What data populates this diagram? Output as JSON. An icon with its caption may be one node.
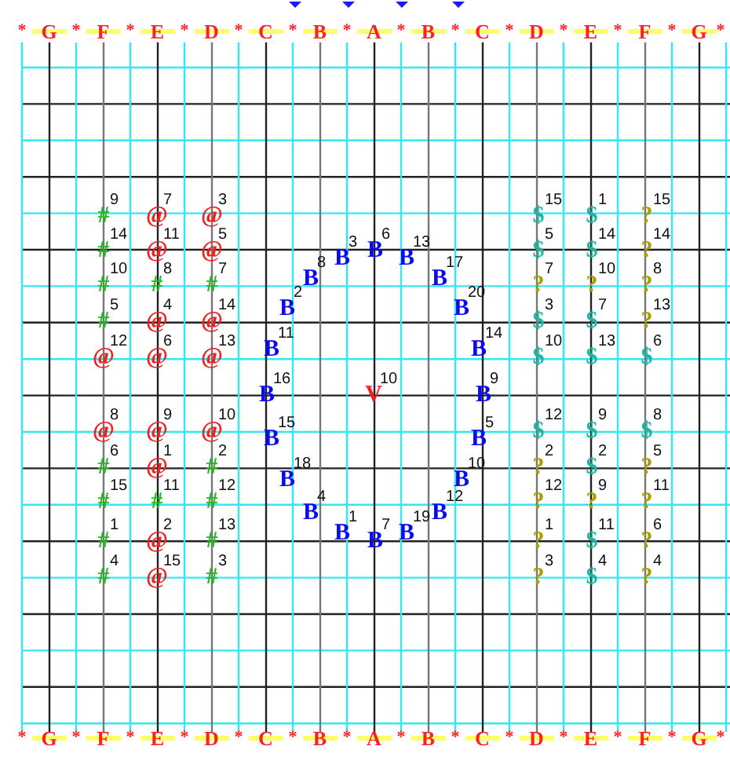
{
  "diagram": {
    "labels": [
      "*",
      "G",
      "*",
      "F",
      "*",
      "E",
      "*",
      "D",
      "*",
      "C",
      "*",
      "B",
      "*",
      "A",
      "*",
      "B",
      "*",
      "C",
      "*",
      "D",
      "*",
      "E",
      "*",
      "F",
      "*",
      "G",
      "*",
      "#",
      "9",
      "@",
      "7",
      "@",
      "3",
      "#",
      "14",
      "@",
      "11",
      "@",
      "5",
      "#",
      "10",
      "#",
      "8",
      "#",
      "7",
      "#",
      "5",
      "@",
      "4",
      "@",
      "14",
      "@",
      "12",
      "@",
      "6",
      "@",
      "13",
      "@",
      "8",
      "@",
      "9",
      "@",
      "10",
      "#",
      "6",
      "@",
      "1",
      "#",
      "2",
      "#",
      "15",
      "#",
      "11",
      "#",
      "12",
      "#",
      "1",
      "@",
      "2",
      "#",
      "13",
      "#",
      "4",
      "@",
      "15",
      "#",
      "3",
      "B",
      "3",
      "B",
      "6",
      "B",
      "13",
      "B",
      "8",
      "B",
      "17",
      "B",
      "2",
      "B",
      "20",
      "B",
      "11",
      "B",
      "14",
      "B",
      "16",
      "V",
      "10",
      "B",
      "9",
      "B",
      "15",
      "B",
      "5",
      "B",
      "18",
      "B",
      "10",
      "B",
      "4",
      "B",
      "12",
      "B",
      "1",
      "B",
      "7",
      "B",
      "19",
      "$",
      "15",
      "$",
      "1",
      "?",
      "15",
      "$",
      "5",
      "$",
      "14",
      "?",
      "14",
      "?",
      "7",
      "?",
      "10",
      "?",
      "8",
      "$",
      "3",
      "$",
      "7",
      "?",
      "13",
      "$",
      "10",
      "$",
      "13",
      "$",
      "6",
      "$",
      "12",
      "$",
      "9",
      "$",
      "8",
      "?",
      "2",
      "$",
      "2",
      "?",
      "5",
      "?",
      "12",
      "?",
      "9",
      "?",
      "11",
      "?",
      "1",
      "$",
      "11",
      "?",
      "6",
      "?",
      "3",
      "$",
      "4",
      "?",
      "4",
      "*",
      "G",
      "*",
      "F",
      "*",
      "E",
      "*",
      "D",
      "*",
      "C",
      "*",
      "B",
      "*",
      "A",
      "*",
      "B",
      "*",
      "C",
      "*",
      "D",
      "*",
      "E",
      "*",
      "F",
      "*",
      "G",
      "*"
    ]
  }
}
